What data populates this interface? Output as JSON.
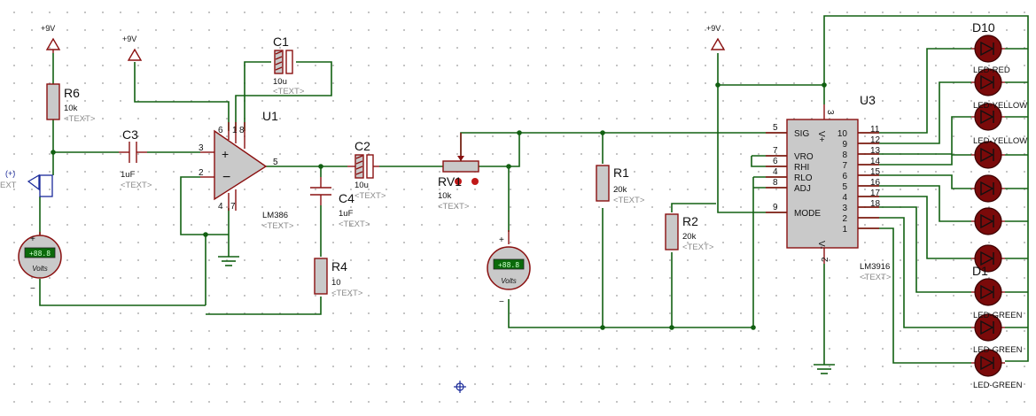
{
  "supplies": {
    "vcc1": "+9V",
    "vcc2": "+9V",
    "vcc3": "+9V"
  },
  "source": {
    "polarity": "(+)",
    "side_text": "EXT"
  },
  "resistors": {
    "r6": {
      "ref": "R6",
      "value": "10k",
      "text": "<TEXT>"
    },
    "r4": {
      "ref": "R4",
      "value": "10",
      "text": "<TEXT>"
    },
    "r1": {
      "ref": "R1",
      "value": "20k",
      "text": "<TEXT>"
    },
    "r2": {
      "ref": "R2",
      "value": "20k",
      "text": "<TEXT>"
    }
  },
  "capacitors": {
    "c1": {
      "ref": "C1",
      "value": "10u",
      "text": "<TEXT>"
    },
    "c2": {
      "ref": "C2",
      "value": "10u",
      "text": "<TEXT>"
    },
    "c3": {
      "ref": "C3",
      "value": "1uF",
      "text": "<TEXT>"
    },
    "c4": {
      "ref": "C4",
      "value": "1uF",
      "text": "<TEXT>"
    }
  },
  "pot": {
    "ref": "RV1",
    "value": "10k",
    "text": "<TEXT>"
  },
  "opamp": {
    "ref": "U1",
    "part": "LM386",
    "text": "<TEXT>",
    "pins": {
      "p3": "3",
      "p2": "2",
      "p6": "6",
      "p1": "1",
      "p8": "8",
      "p5": "5",
      "p4": "4",
      "p7": "7"
    }
  },
  "meters": {
    "m1": {
      "display": "+88.8",
      "unit": "Volts",
      "plus": "+",
      "minus": "−"
    },
    "m2": {
      "display": "+88.8",
      "unit": "Volts",
      "plus": "+",
      "minus": "−"
    }
  },
  "driver": {
    "ref": "U3",
    "part": "LM3916",
    "text": "<TEXT>",
    "left_pins": [
      {
        "num": "5",
        "name": "SIG"
      },
      {
        "num": "7",
        "name": "VRO"
      },
      {
        "num": "6",
        "name": "RHI"
      },
      {
        "num": "4",
        "name": "RLO"
      },
      {
        "num": "8",
        "name": "ADJ"
      },
      {
        "num": "9",
        "name": "MODE"
      }
    ],
    "right_pins": [
      {
        "num": "10",
        "net": "11"
      },
      {
        "num": "9",
        "net": "12"
      },
      {
        "num": "8",
        "net": "13"
      },
      {
        "num": "7",
        "net": "14"
      },
      {
        "num": "6",
        "net": "15"
      },
      {
        "num": "5",
        "net": "16"
      },
      {
        "num": "4",
        "net": "17"
      },
      {
        "num": "3",
        "net": "18"
      },
      {
        "num": "2",
        "net": ""
      },
      {
        "num": "1",
        "net": ""
      }
    ],
    "top_pin": "3",
    "top_label": "V+",
    "bottom_pin": "2",
    "bottom_label": "V-"
  },
  "leds": {
    "top_ref": "D10",
    "bottom_ref": "D1",
    "labels": [
      "LED-RED",
      "LED-YELLOW",
      "LED-YELLOW",
      "LED-GREEN",
      "LED-GREEN",
      "LED-GREEN"
    ]
  }
}
